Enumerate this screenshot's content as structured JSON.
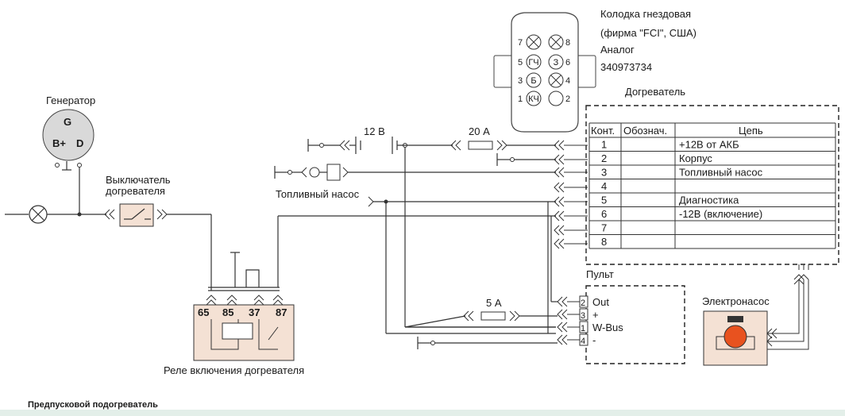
{
  "caption": "Предпусковой подогреватель",
  "generator": {
    "title": "Генератор",
    "pin_g": "G",
    "pin_b": "B+",
    "pin_d": "D"
  },
  "switch": {
    "line1": "Выключатель",
    "line2": "догревателя"
  },
  "fuel_pump_label": "Топливный насос",
  "battery_label": "12 В",
  "fuse_20": "20 А",
  "fuse_5": "5 А",
  "relay": {
    "label": "Реле включения догревателя",
    "pins": [
      "65",
      "85",
      "37",
      "87"
    ]
  },
  "connector": {
    "lines": [
      "Колодка гнездовая",
      "(фирма \"FCI\", США)",
      "Аналог",
      "340973734"
    ],
    "pins": [
      {
        "n": "7",
        "t": "⊗"
      },
      {
        "n": "8",
        "t": "⊗"
      },
      {
        "n": "5",
        "t": "ГЧ"
      },
      {
        "n": "6",
        "t": "З"
      },
      {
        "n": "3",
        "t": "Б"
      },
      {
        "n": "4",
        "t": "⊗"
      },
      {
        "n": "1",
        "t": "КЧ"
      },
      {
        "n": "2",
        "t": ""
      }
    ]
  },
  "heater": {
    "title": "Догреватель",
    "headers": [
      "Конт.",
      "Обознач.",
      "Цепь"
    ],
    "rows": [
      {
        "k": "1",
        "o": "",
        "c": "+12В от АКБ"
      },
      {
        "k": "2",
        "o": "",
        "c": "Корпус"
      },
      {
        "k": "3",
        "o": "",
        "c": "Топливный насос"
      },
      {
        "k": "4",
        "o": "",
        "c": ""
      },
      {
        "k": "5",
        "o": "",
        "c": "Диагностика"
      },
      {
        "k": "6",
        "o": "",
        "c": "-12В (включение)"
      },
      {
        "k": "7",
        "o": "",
        "c": ""
      },
      {
        "k": "8",
        "o": "",
        "c": ""
      }
    ]
  },
  "remote": {
    "title": "Пульт",
    "pins": [
      {
        "n": "2",
        "t": "Out"
      },
      {
        "n": "3",
        "t": "+"
      },
      {
        "n": "1",
        "t": "W-Bus"
      },
      {
        "n": "4",
        "t": "-"
      }
    ]
  },
  "electric_pump": {
    "title": "Электронасос",
    "body_color": "#e8521f"
  }
}
